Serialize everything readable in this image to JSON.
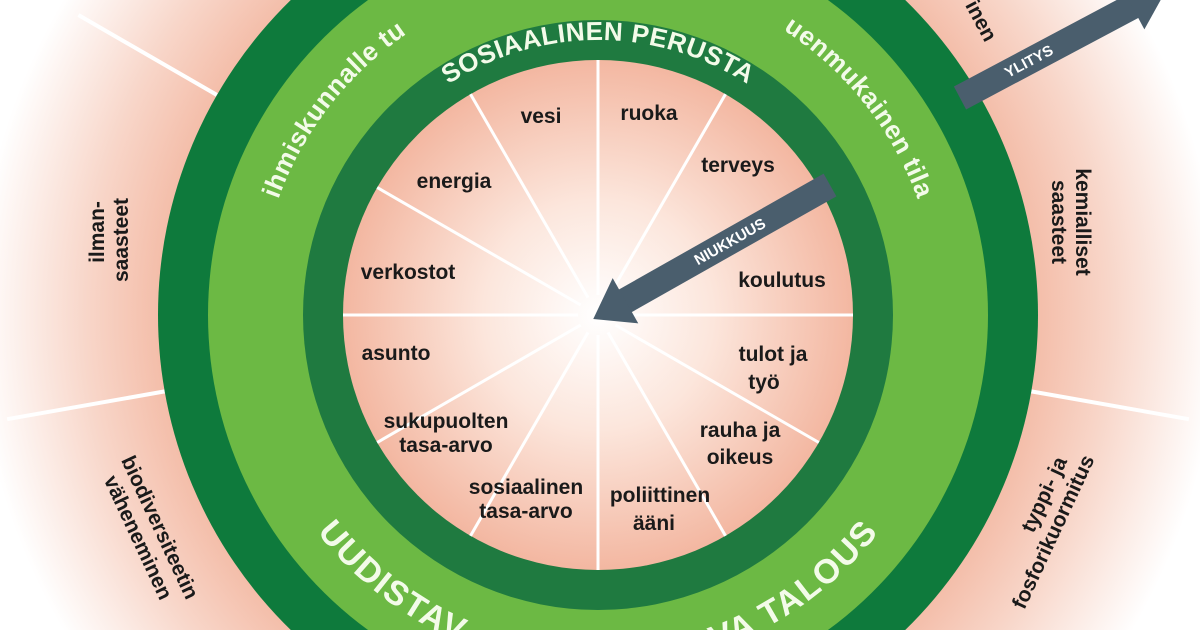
{
  "colors": {
    "dark_green": "#0e7a3c",
    "light_green": "#6cb944",
    "pink": "#f4bfaa",
    "arrow": "#4a5e6d",
    "text": "#1a1a1a"
  },
  "outer_ring": {
    "top_text_left": "ihmiskunnalle tu",
    "top_text_right": "uenmukainen tila",
    "bottom_text_left": "UUDISTAV",
    "bottom_text_right": "VA TALOUS"
  },
  "inner_ring": {
    "title": "SOSIAALINEN PERUSTA"
  },
  "social_foundation": [
    {
      "label": [
        "vesi"
      ]
    },
    {
      "label": [
        "ruoka"
      ]
    },
    {
      "label": [
        "terveys"
      ]
    },
    {
      "label": [
        "koulutus"
      ]
    },
    {
      "label": [
        "tulot ja",
        "työ"
      ]
    },
    {
      "label": [
        "rauha ja",
        "oikeus"
      ]
    },
    {
      "label": [
        "poliittinen",
        "ääni"
      ]
    },
    {
      "label": [
        "sosiaalinen",
        "tasa-arvo"
      ]
    },
    {
      "label": [
        "sukupuolten",
        "tasa-arvo"
      ]
    },
    {
      "label": [
        "asunto"
      ]
    },
    {
      "label": [
        "verkostot"
      ]
    },
    {
      "label": [
        "energia"
      ]
    }
  ],
  "ecological_ceiling": [
    {
      "label": [
        "inen"
      ]
    },
    {
      "label": [
        "kemialliset",
        "saasteet"
      ]
    },
    {
      "label": [
        "typpi- ja",
        "fosforikuormitus"
      ]
    },
    {
      "label": [
        "biodiversiteetin",
        "väheneminen"
      ]
    },
    {
      "label": [
        "ilman-",
        "saasteet"
      ]
    }
  ],
  "arrows": {
    "overshoot": "YLITYS",
    "shortfall": "NIUKKUUS"
  }
}
